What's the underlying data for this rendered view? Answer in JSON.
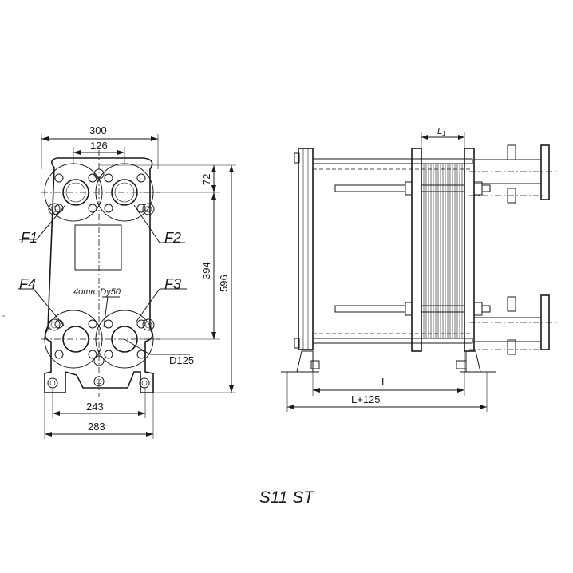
{
  "front_view": {
    "dimensions": {
      "width_total": "300",
      "port_spacing_h": "126",
      "top_offset": "72",
      "port_spacing_v": "394",
      "height_total": "596",
      "foot_inner": "243",
      "foot_outer": "283",
      "port_diameter": "D125"
    },
    "ports": [
      "F1",
      "F2",
      "F3",
      "F4"
    ],
    "bolt_note": "4отв. Dy50"
  },
  "side_view": {
    "dimensions": {
      "plate_pack": "L",
      "plate_pack_sub": "1",
      "length": "L",
      "length_plus": "L+125"
    }
  },
  "caption": "S11 ST"
}
